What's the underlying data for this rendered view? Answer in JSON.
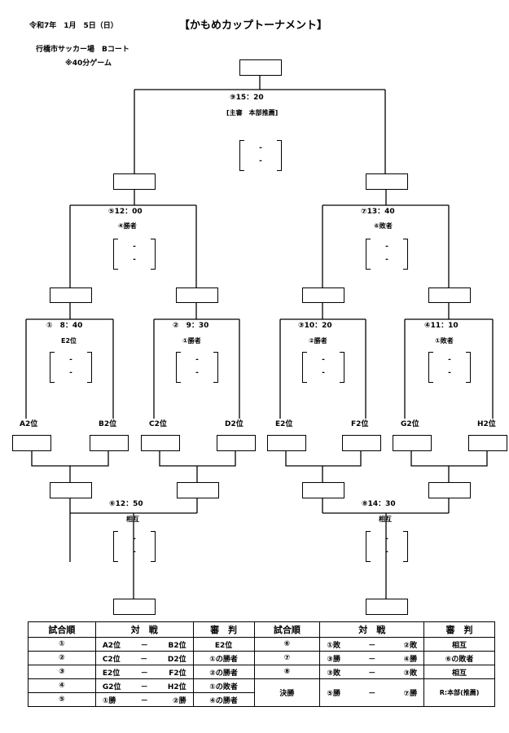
{
  "header": {
    "date": "令和7年　1月　5日（日）",
    "title": "【かもめカップトーナメント】",
    "venue": "行橋市サッカー場　Bコート",
    "note": "※40分ゲーム"
  },
  "matches": {
    "m9": {
      "time": "⑨15：20",
      "ref": "[主審　本部推薦]"
    },
    "m5": {
      "time": "⑤12：00",
      "ref": "④勝者"
    },
    "m7": {
      "time": "⑦13：40",
      "ref": "⑥敗者"
    },
    "m1": {
      "time": "①　8：40",
      "ref": "E2位"
    },
    "m2": {
      "time": "②　9：30",
      "ref": "①勝者"
    },
    "m3": {
      "time": "③10：20",
      "ref": "②勝者"
    },
    "m4": {
      "time": "④11：10",
      "ref": "①敗者"
    },
    "m6": {
      "time": "⑥12：50",
      "ref": "相互"
    },
    "m8": {
      "time": "⑧14：30",
      "ref": "相互"
    }
  },
  "score_dash": "-",
  "teams": [
    "A2位",
    "B2位",
    "C2位",
    "D2位",
    "E2位",
    "F2位",
    "G2位",
    "H2位"
  ],
  "schedule": {
    "headers": {
      "order": "試合順",
      "match": "対　戦",
      "ref": "審　判"
    },
    "left": [
      {
        "no": "①",
        "a": "A2位",
        "sep": "－",
        "b": "B2位",
        "ref": "E2位"
      },
      {
        "no": "②",
        "a": "C2位",
        "sep": "－",
        "b": "D2位",
        "ref": "①の勝者"
      },
      {
        "no": "③",
        "a": "E2位",
        "sep": "－",
        "b": "F2位",
        "ref": "②の勝者"
      },
      {
        "no": "④",
        "a": "G2位",
        "sep": "－",
        "b": "H2位",
        "ref": "①の敗者"
      },
      {
        "no": "⑤",
        "a": "①勝",
        "sep": "－",
        "b": "②勝",
        "ref": "④の勝者"
      }
    ],
    "right": [
      {
        "no": "⑥",
        "a": "①敗",
        "sep": "－",
        "b": "②敗",
        "ref": "相互"
      },
      {
        "no": "⑦",
        "a": "③勝",
        "sep": "－",
        "b": "④勝",
        "ref": "⑥の敗者"
      },
      {
        "no": "⑧",
        "a": "③敗",
        "sep": "－",
        "b": "③敗",
        "ref": "相互"
      },
      {
        "no": "決勝",
        "a": "⑤勝",
        "sep": "－",
        "b": "⑦勝",
        "ref": "R:本部(推薦)"
      }
    ]
  }
}
